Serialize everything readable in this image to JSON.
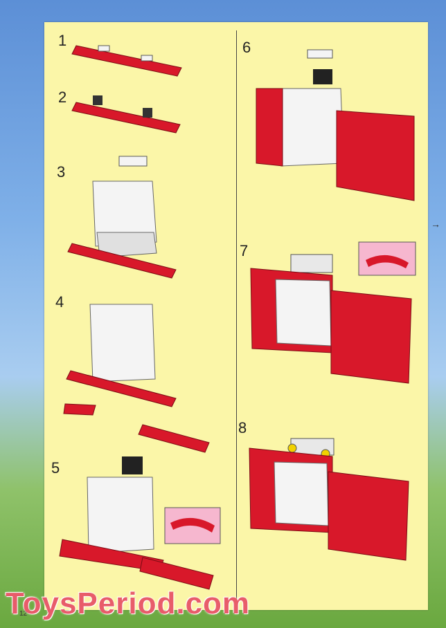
{
  "steps": [
    "1",
    "2",
    "3",
    "4",
    "5",
    "6",
    "7",
    "8"
  ],
  "page_number": "12",
  "watermark": "ToysPeriod.com",
  "next_arrow": "→",
  "colors": {
    "brick_red": "#d8182a",
    "page_yellow": "#fbf6a8",
    "wall_white": "#f4f4f4",
    "callout_pink": "#f6b7cf"
  }
}
